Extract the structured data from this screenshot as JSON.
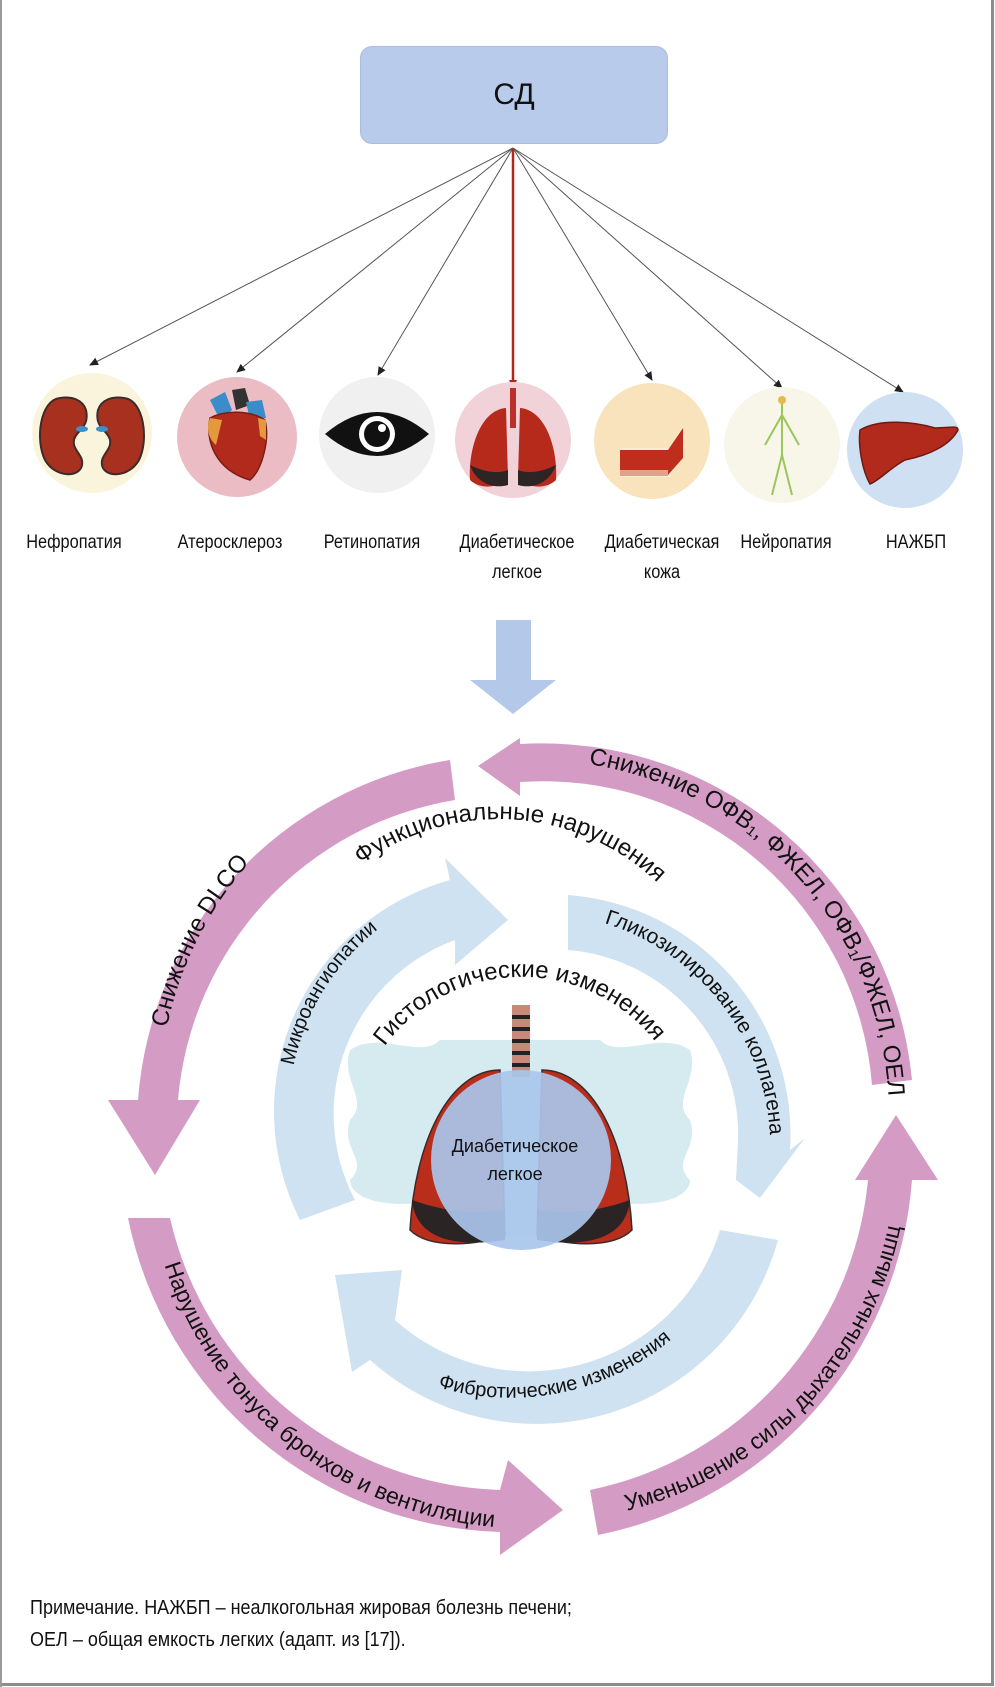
{
  "root": {
    "label": "СД"
  },
  "complications": [
    {
      "id": "nephropathy",
      "label": "Нефропатия",
      "icon": "kidneys-icon",
      "bg": "#fbf4dd"
    },
    {
      "id": "atherosclerosis",
      "label": "Атеросклероз",
      "icon": "heart-icon",
      "bg": "#ebbcc4"
    },
    {
      "id": "retinopathy",
      "label": "Ретинопатия",
      "icon": "eye-icon",
      "bg": "#f0f0f0"
    },
    {
      "id": "diabetic-lung",
      "label": "Диабетическое легкое",
      "line1": "Диабетическое",
      "line2": "легкое",
      "icon": "lungs-icon",
      "bg": "#f0d2d8",
      "highlighted": true
    },
    {
      "id": "diabetic-skin",
      "label": "Диабетическая кожа",
      "line1": "Диабетическая",
      "line2": "кожа",
      "icon": "skin-layers-icon",
      "bg": "#f8e3bd"
    },
    {
      "id": "neuropathy",
      "label": "Нейропатия",
      "icon": "nervous-system-icon",
      "bg": "#f7f6e8"
    },
    {
      "id": "nafld",
      "label": "НАЖБП",
      "icon": "liver-icon",
      "bg": "#cfe0f3"
    }
  ],
  "outer_cycle": {
    "title": "Функциональные нарушения",
    "arrows": [
      {
        "id": "ofv",
        "label": "Снижение ОФВ₁, ФЖЕЛ, ОФВ₁/ФЖЕЛ, ОЕЛ"
      },
      {
        "id": "dlco",
        "label": "Снижение DLCO"
      },
      {
        "id": "bronchi",
        "label": "Нарушение тонуса бронхов и вентиляции"
      },
      {
        "id": "muscles",
        "label": "Уменьшение силы дыхательных мышц"
      }
    ]
  },
  "inner_cycle": {
    "title": "Гистологические изменения",
    "arrows": [
      {
        "id": "microangio",
        "label": "Микроангиопатии"
      },
      {
        "id": "glycosylation",
        "label": "Гликозилирование коллагена"
      },
      {
        "id": "fibrotic",
        "label": "Фибротические изменения"
      }
    ]
  },
  "center": {
    "line1": "Диабетическое",
    "line2": "легкое"
  },
  "note": {
    "line1": "Примечание. НАЖБП – неалкогольная жировая болезнь печени;",
    "line2": "ОЕЛ – общая емкость легких (адапт. из [17])."
  },
  "colors": {
    "root_box": "#b9cbeb",
    "outer_arrow": "#d49cc4",
    "inner_arrow": "#cfe2f1",
    "down_arrow": "#b4c8ea",
    "highlight_line": "#b3261e",
    "lung_red": "#b92d1b",
    "lung_dark": "#2b2424"
  }
}
